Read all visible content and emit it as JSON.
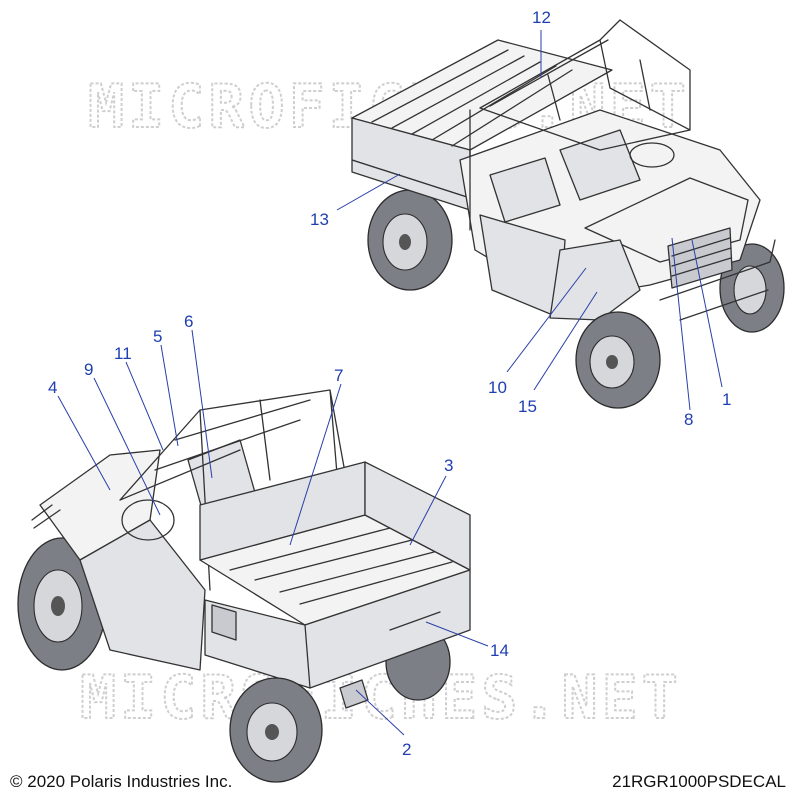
{
  "watermark_top": "MICROFICHES.NET",
  "watermark_bottom": "MICROFICHES.NET",
  "copyright": "© 2020 Polaris Industries Inc.",
  "diagram_id": "21RGR1000PSDECAL",
  "callouts": {
    "c1": "1",
    "c2": "2",
    "c3": "3",
    "c4": "4",
    "c5": "5",
    "c6": "6",
    "c7": "7",
    "c8": "8",
    "c9": "9",
    "c10": "10",
    "c11": "11",
    "c12": "12",
    "c13": "13",
    "c14": "14",
    "c15": "15"
  },
  "colors": {
    "callout": "#1f3fb0",
    "line_art": "#333333",
    "watermark": "#cfcfd2"
  }
}
